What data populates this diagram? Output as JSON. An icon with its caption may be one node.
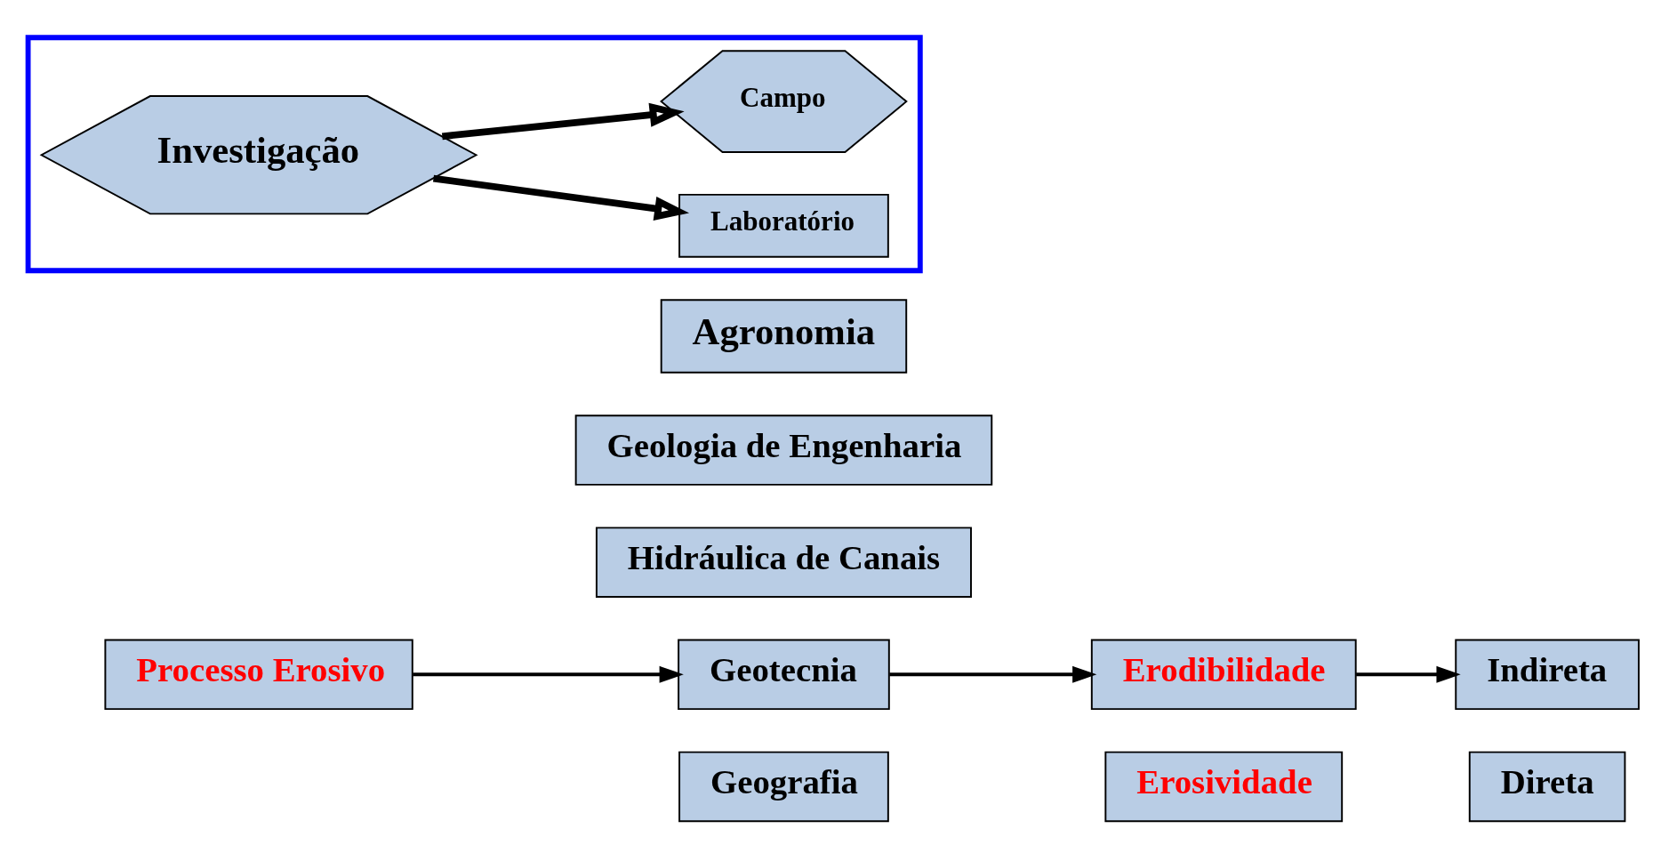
{
  "diagram": {
    "nodes": [
      {
        "text": [
          "Processo Erosivo"
        ]
      },
      {
        "text": [
          "Agronomia"
        ]
      },
      {
        "text": [
          "Geologia de Engenharia"
        ]
      },
      {
        "text": [
          "Hidráulica de Canais"
        ]
      },
      {
        "text": [
          "Geotecnia"
        ]
      },
      {
        "text": [
          "Geografia"
        ]
      },
      {
        "text": [
          "Erodibilidade"
        ]
      },
      {
        "text": [
          "Erosividade"
        ]
      },
      {
        "text": [
          "Indireta"
        ]
      },
      {
        "text": [
          "Direta"
        ]
      },
      {
        "text": [],
        "shape": "box"
      },
      {
        "text": [
          "Investigação"
        ],
        "in": 10
      },
      {
        "text": [
          "Campo"
        ],
        "in": 10
      },
      {
        "text": [
          "Laboratório"
        ],
        "in": 10
      }
    ],
    "edges": [
      {
        "from": 0,
        "to": 4,
        "arrow": "to"
      },
      {
        "from": 4,
        "to": 6,
        "arrow": "to"
      },
      {
        "from": 6,
        "to": 8,
        "arrow": "to"
      },
      {
        "from": 11,
        "to": 12,
        "arrow": "to",
        "style": "thick"
      },
      {
        "from": 11,
        "to": 13,
        "arrow": "to",
        "style": "thick"
      }
    ]
  }
}
